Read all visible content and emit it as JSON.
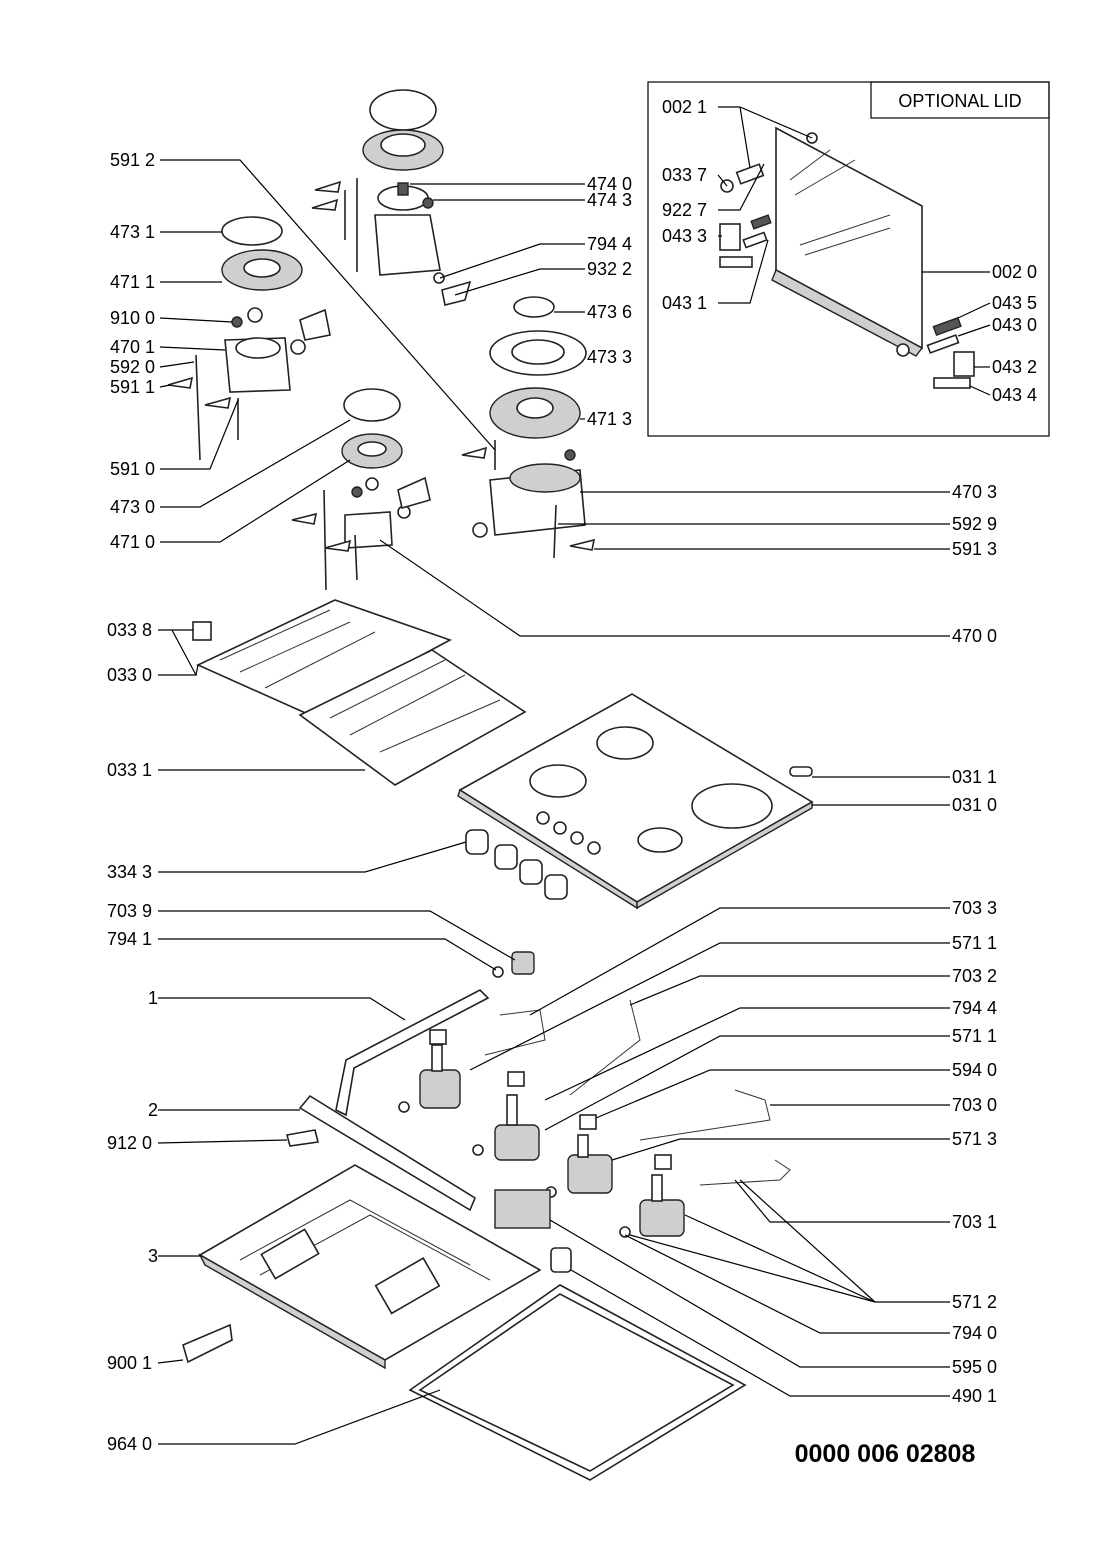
{
  "optional_lid": {
    "title": "OPTIONAL LID"
  },
  "document_number": "0000 006 02808",
  "callouts": {
    "c_5912": "591 2",
    "c_4731": "473 1",
    "c_4711": "471 1",
    "c_9100": "910 0",
    "c_4701": "470 1",
    "c_5920": "592 0",
    "c_5911": "591 1",
    "c_5910": "591 0",
    "c_4730": "473 0",
    "c_4710": "471 0",
    "c_0338": "033 8",
    "c_0330": "033 0",
    "c_0331": "033 1",
    "c_3343": "334 3",
    "c_7039": "703 9",
    "c_7941": "794 1",
    "c_1": "1",
    "c_2": "2",
    "c_9120": "912 0",
    "c_3": "3",
    "c_9001": "900 1",
    "c_9640": "964 0",
    "c_4740": "474 0",
    "c_4743": "474 3",
    "c_7944a": "794 4",
    "c_9322": "932 2",
    "c_4736": "473 6",
    "c_4733": "473 3",
    "c_4713": "471 3",
    "c_4703": "470 3",
    "c_5929": "592 9",
    "c_5913": "591 3",
    "c_4700": "470 0",
    "c_0311": "031 1",
    "c_0310": "031 0",
    "c_7033": "703 3",
    "c_5711a": "571 1",
    "c_7032": "703 2",
    "c_7944b": "794 4",
    "c_5711b": "571 1",
    "c_5940": "594 0",
    "c_7030": "703 0",
    "c_5713": "571 3",
    "c_7031": "703 1",
    "c_5712": "571 2",
    "c_7940": "794 0",
    "c_5950": "595 0",
    "c_4901": "490 1",
    "c_0021": "002 1",
    "c_0337": "033 7",
    "c_9227": "922 7",
    "c_0433": "043 3",
    "c_0431": "043 1",
    "c_0020": "002 0",
    "c_0435": "043 5",
    "c_0430": "043 0",
    "c_0432": "043 2",
    "c_0434": "043 4"
  }
}
